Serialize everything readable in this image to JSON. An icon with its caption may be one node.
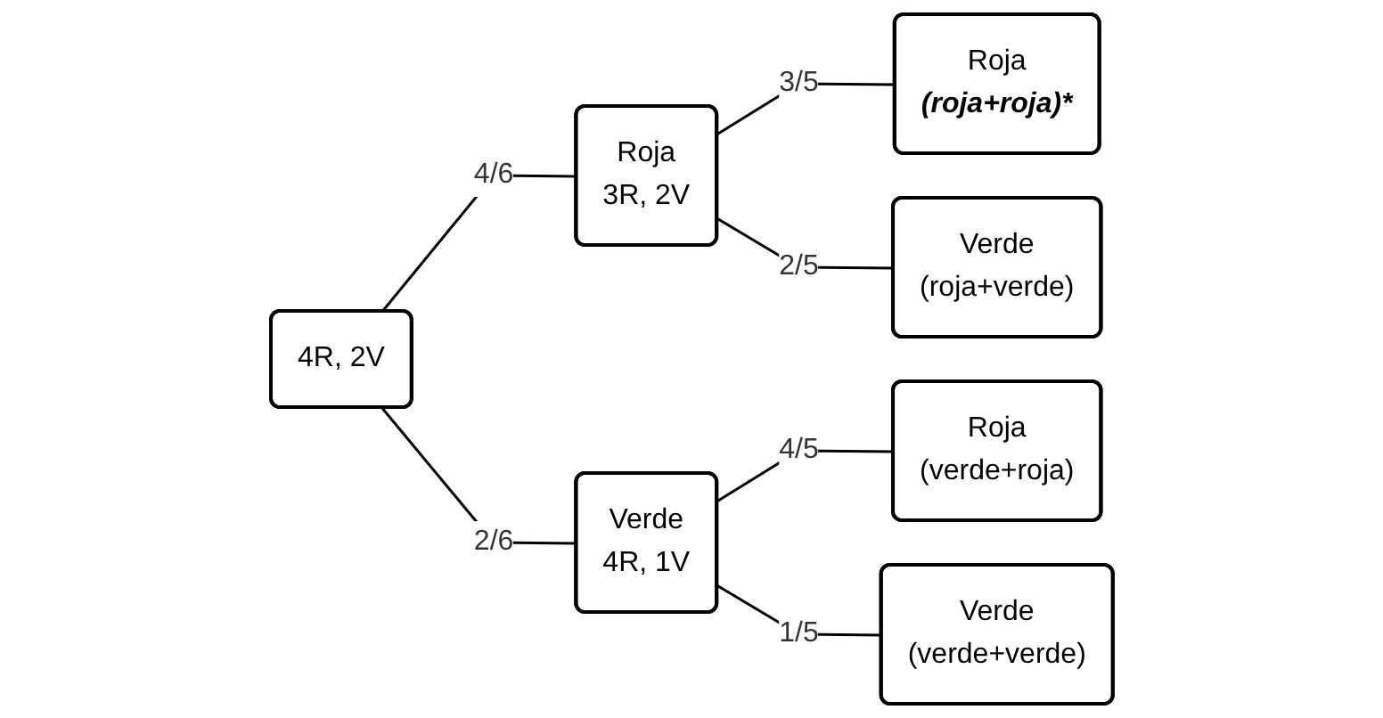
{
  "diagram": {
    "nodes": [
      {
        "text": [
          "4R, 2V"
        ]
      },
      {
        "text": [
          "Roja",
          "3R, 2V"
        ]
      },
      {
        "text": [
          "Verde",
          "4R, 1V"
        ]
      },
      {
        "text": [
          "Roja",
          "(roja+roja)*"
        ]
      },
      {
        "text": [
          "Verde",
          "(roja+verde)"
        ]
      },
      {
        "text": [
          "Roja",
          "(verde+roja)"
        ]
      },
      {
        "text": [
          "Verde",
          "(verde+verde)"
        ]
      }
    ],
    "edges": [
      {
        "from": 0,
        "to": 1,
        "arrow": "none",
        "label": "4/6"
      },
      {
        "from": 0,
        "to": 2,
        "arrow": "none",
        "label": "2/6"
      },
      {
        "from": 1,
        "to": 3,
        "arrow": "none",
        "label": "3/5"
      },
      {
        "from": 1,
        "to": 4,
        "arrow": "none",
        "label": "2/5"
      },
      {
        "from": 2,
        "to": 5,
        "arrow": "none",
        "label": "4/5"
      },
      {
        "from": 2,
        "to": 6,
        "arrow": "none",
        "label": "1/5"
      }
    ]
  }
}
